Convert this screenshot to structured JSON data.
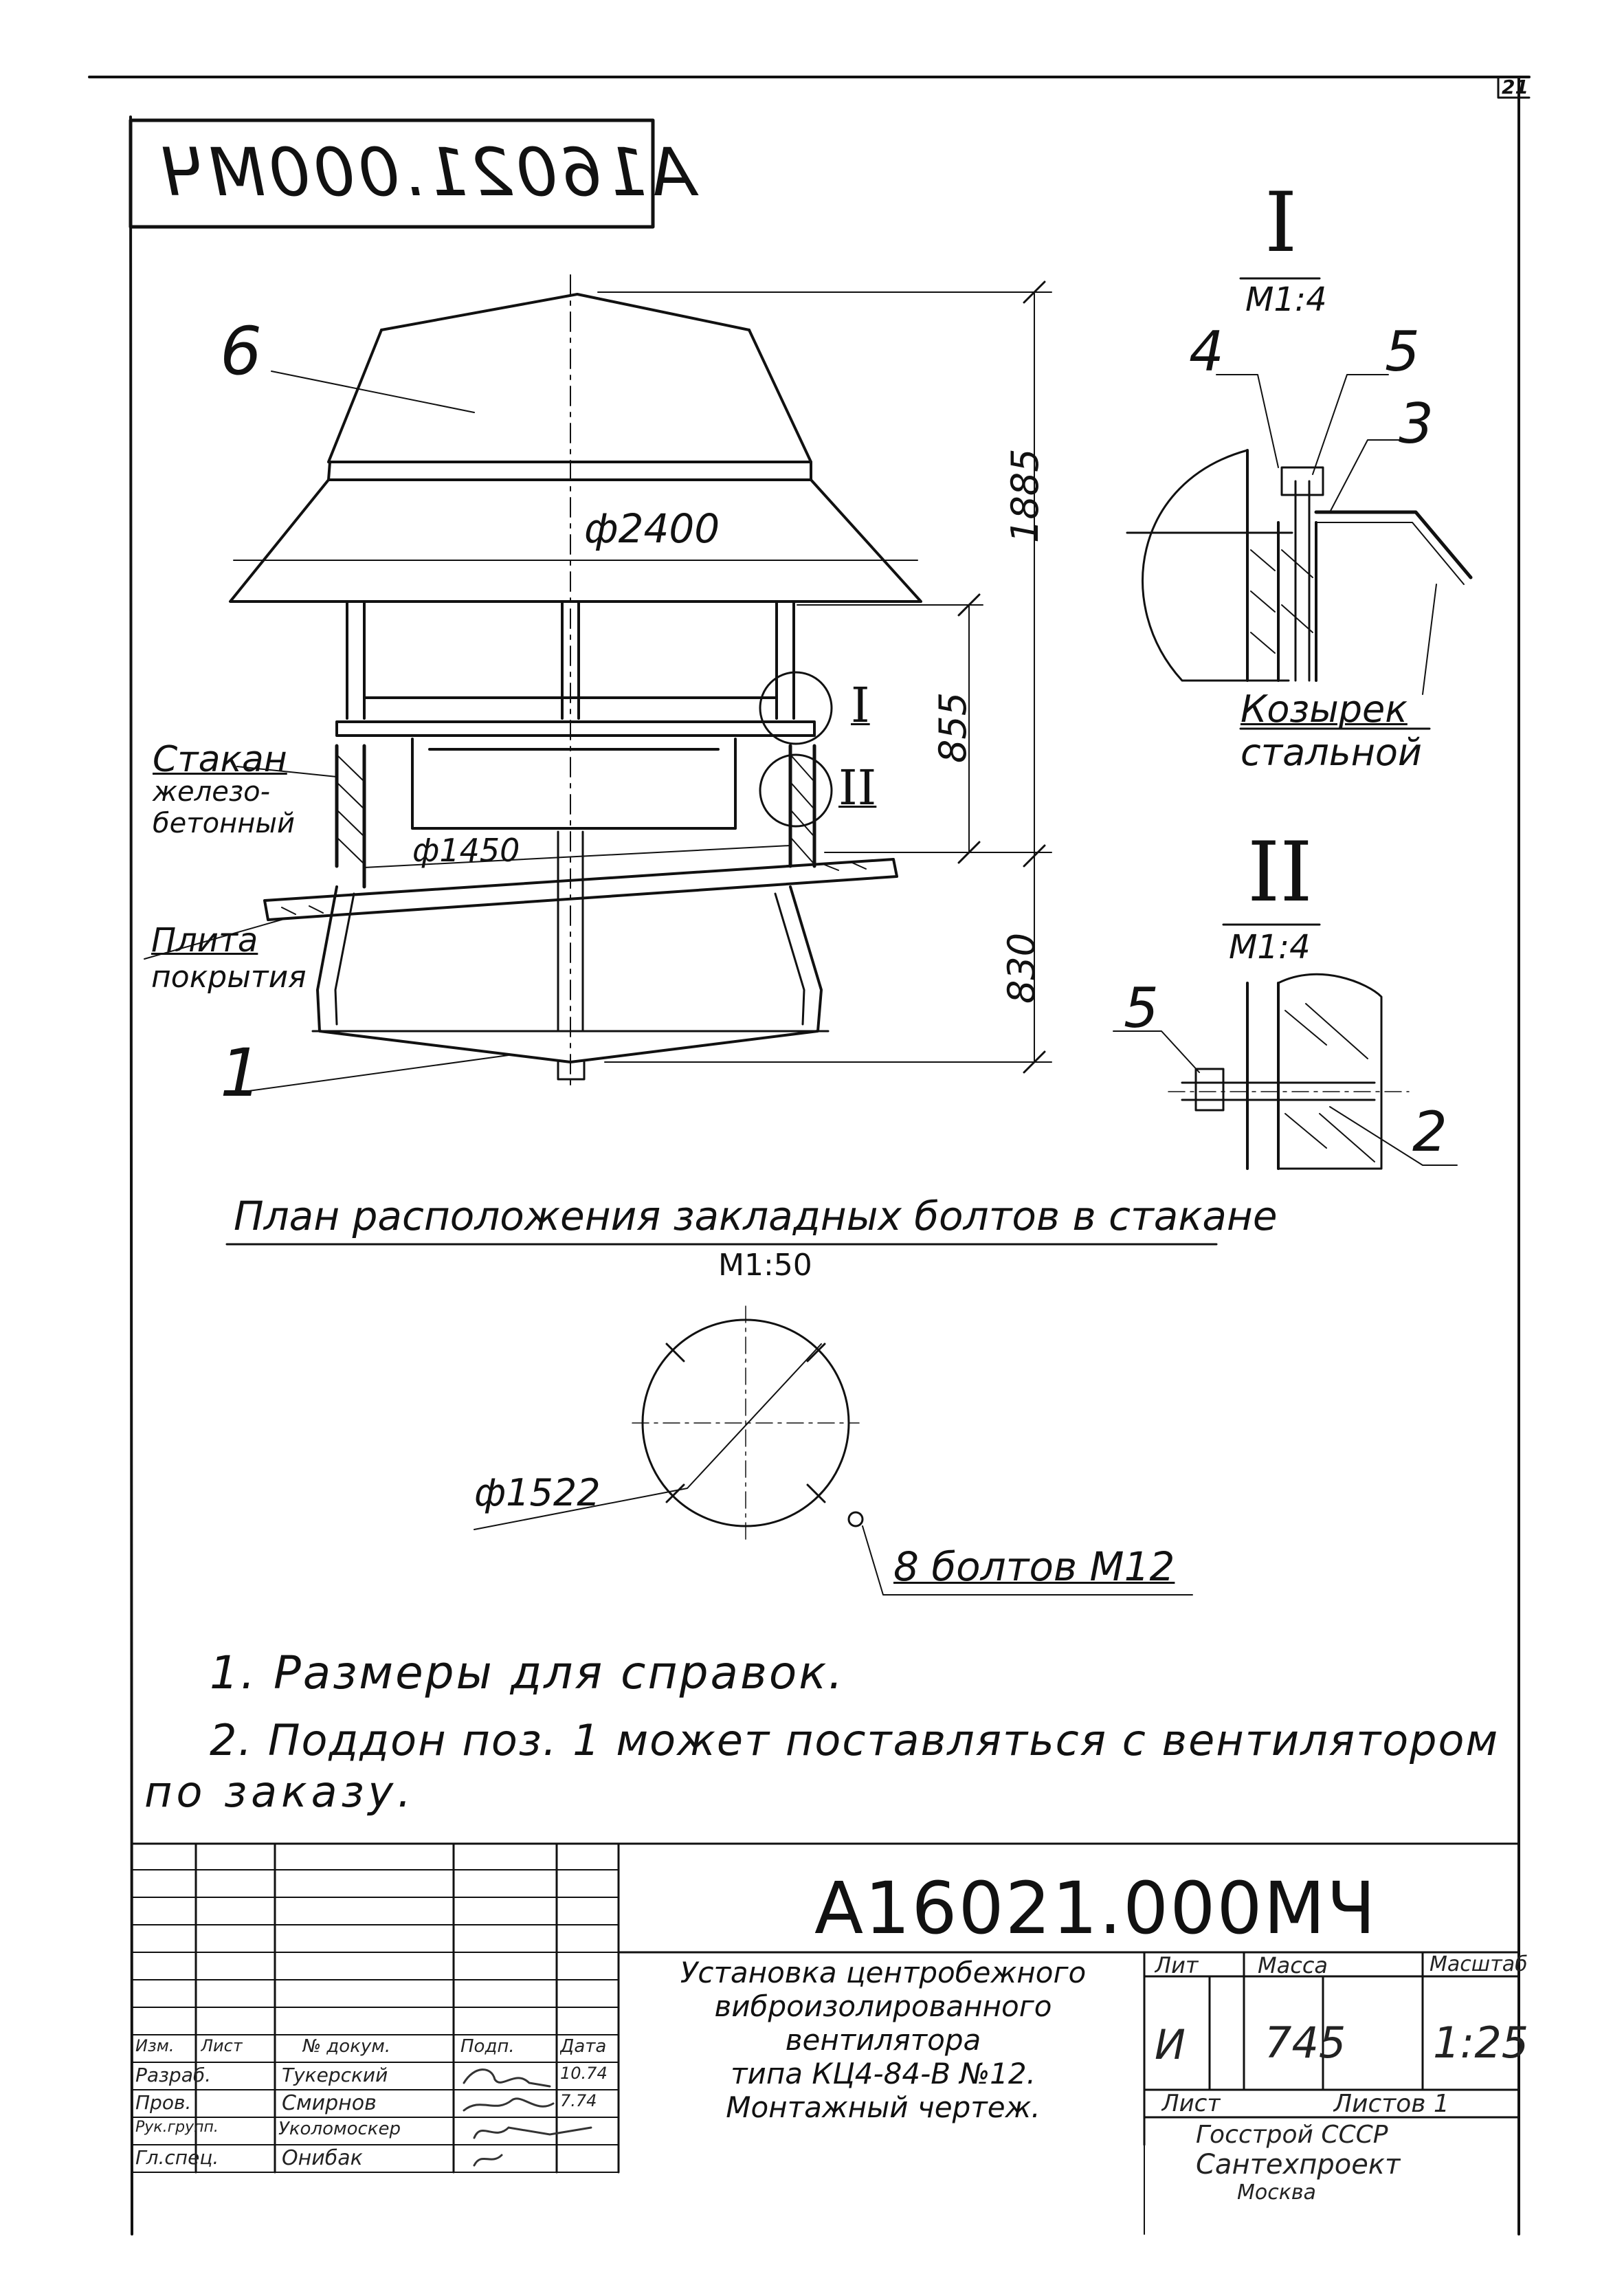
{
  "page_number": "21",
  "stamp_mirrored": "А16021.000МЧ",
  "view_I": {
    "roman": "I",
    "scale": "М1:4"
  },
  "view_II": {
    "roman": "II",
    "scale": "М1:4"
  },
  "main": {
    "pos6": "6",
    "pos1": "1",
    "dia_2400": "ф2400",
    "dia_1450": "ф1450",
    "dim_1885": "1885",
    "dim_855": "855",
    "dim_830": "830",
    "callout_I": "I",
    "callout_II": "II",
    "label_stakan": [
      "Стакан",
      "железо-",
      "бетонный"
    ],
    "label_plita": [
      "Плита",
      "покрытия"
    ]
  },
  "detail_I": {
    "pos4": "4",
    "pos5": "5",
    "pos3": "3",
    "label": [
      "Козырек",
      "стальной"
    ]
  },
  "detail_II": {
    "pos5": "5",
    "pos2": "2"
  },
  "plan": {
    "title": "План расположения закладных болтов в стакане",
    "scale": "М1:50",
    "diameter": "ф1522",
    "bolts": "8 болтов М12"
  },
  "notes": [
    "1. Размеры для справок.",
    "2. Поддон поз. 1 может поставляться с вентилятором",
    "по заказу."
  ],
  "titleblock": {
    "code": "А16021.000МЧ",
    "description": [
      "Установка центробежного",
      "виброизолированного",
      "вентилятора",
      "типа КЦ4-84-В №12.",
      "Монтажный чертеж."
    ],
    "hdr_lit": "Лит",
    "hdr_massa": "Масса",
    "hdr_scale": "Масштаб",
    "lit_value": "И",
    "mass_value": "745",
    "scale_value": "1:25",
    "sheet_label": "Лист",
    "sheets_label": "Листов 1",
    "org": [
      "Госстрой СССР",
      "Сантехпроект",
      "Москва"
    ],
    "col_headers": [
      "Изм.",
      "Лист",
      "№ докум.",
      "Подп.",
      "Дата"
    ],
    "rows": [
      {
        "role": "Разраб.",
        "name": "Тукерский",
        "date": "10.74"
      },
      {
        "role": "Пров.",
        "name": "Смирнов",
        "date": "7.74"
      },
      {
        "role": "Рук.групп.",
        "name": "Уколомоскер",
        "date": ""
      },
      {
        "role": "Гл.спец.",
        "name": "Онибак",
        "date": ""
      }
    ]
  }
}
